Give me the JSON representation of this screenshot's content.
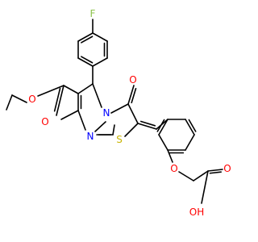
{
  "molecule": {
    "atoms": {
      "fluorine": "F",
      "ester_o_carbonyl": "O",
      "ester_o_ether": "O",
      "ring_n": "N",
      "ring_nitrogen": "N",
      "sulfur": "S",
      "keto_o": "O",
      "ether_o": "O",
      "acid_o_carbonyl": "O",
      "acid_oh": "OH"
    },
    "colors": {
      "bond": "#000000",
      "fluorine": "#8bc34a",
      "oxygen": "#ff0000",
      "nitrogen": "#0000ff",
      "sulfur": "#c8b400"
    }
  }
}
